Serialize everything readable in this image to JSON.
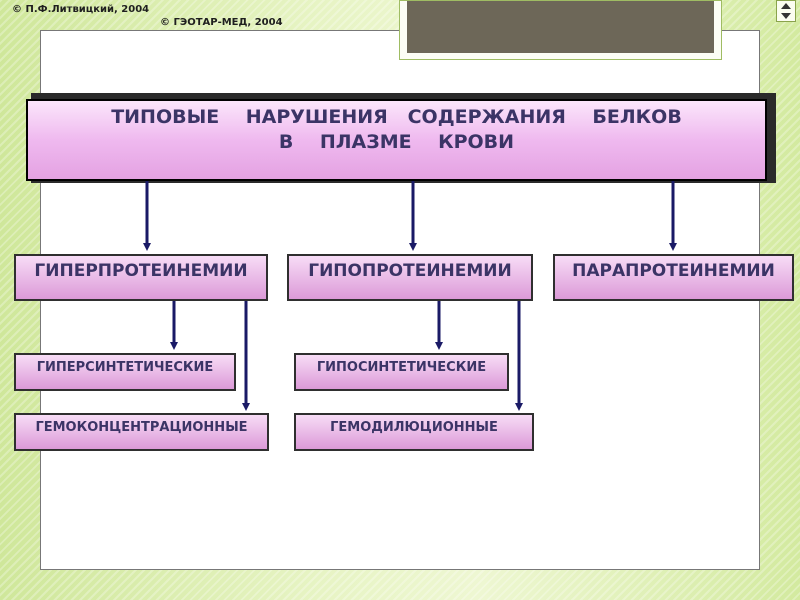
{
  "copyright": {
    "author": "© П.Ф.Литвицкий, 2004",
    "publisher": "© ГЭОТАР-МЕД, 2004"
  },
  "header": {
    "line1": "ТИПОВЫЕ    НАРУШЕНИЯ   СОДЕРЖАНИЯ    БЕЛКОВ",
    "line2": "В    ПЛАЗМЕ    КРОВИ"
  },
  "categories": [
    {
      "label": "ГИПЕРПРОТЕИНЕМИИ"
    },
    {
      "label": "ГИПОПРОТЕИНЕМИИ"
    },
    {
      "label": "ПАРАПРОТЕИНЕМИИ"
    }
  ],
  "subtypes": {
    "hyper": [
      "ГИПЕРСИНТЕТИЧЕСКИЕ",
      "ГЕМОКОНЦЕНТРАЦИОННЫЕ"
    ],
    "hypo": [
      "ГИПОСИНТЕТИЧЕСКИЕ",
      "ГЕМОДИЛЮЦИОННЫЕ"
    ]
  },
  "colors": {
    "box_top": "#f7dcf6",
    "box_bottom": "#dc9ad8",
    "text": "#3b3466",
    "arrow": "#1a1a66",
    "background": "#dcefb0"
  },
  "icons": {
    "nav": "up-down-arrow-icon"
  }
}
